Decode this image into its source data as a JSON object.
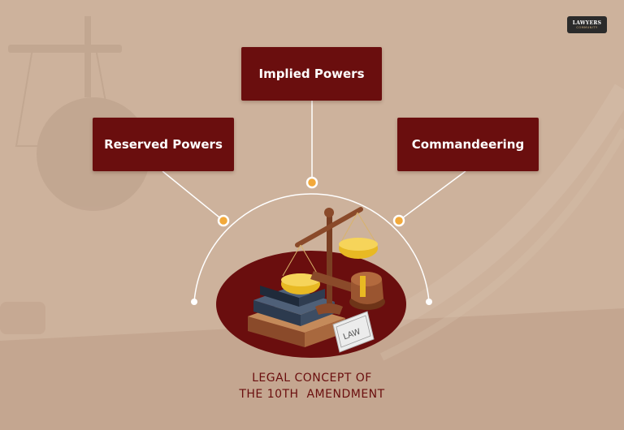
{
  "logo": {
    "line1": "LAWYERS",
    "line2": "COMMUNITY"
  },
  "nodes": {
    "implied": "Implied Powers",
    "reserved": "Reserved Powers",
    "commandeering": "Commandeering"
  },
  "illustration": {
    "plaque_text": "LAW"
  },
  "caption": {
    "line1": "LEGAL CONCEPT OF",
    "line2": "THE 10TH  AMENDMENT"
  },
  "colors": {
    "background": "#cdb29c",
    "accent_dark_red": "#6a0e0e",
    "connector": "#ffffff",
    "node_dot": "#f2a93b",
    "gold": "#e8b923"
  }
}
